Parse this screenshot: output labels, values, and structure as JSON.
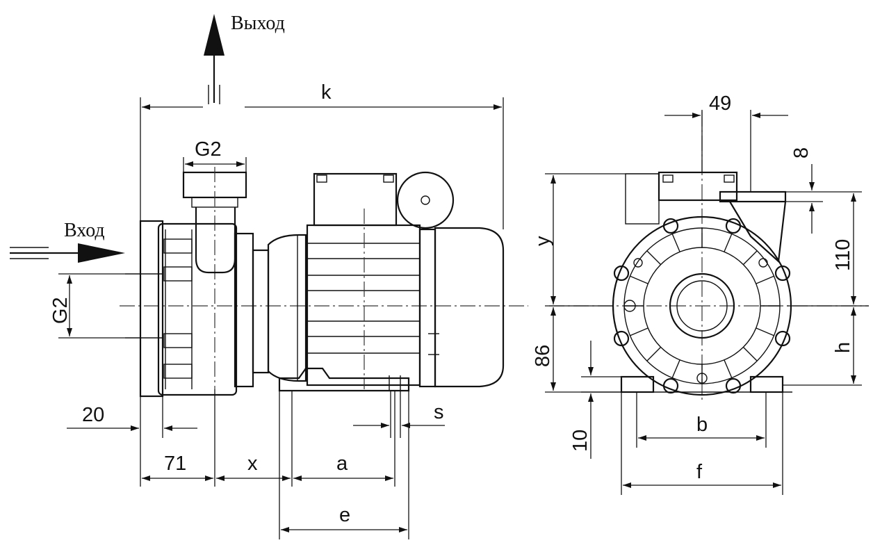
{
  "flow": {
    "outlet": "Выход",
    "inlet": "Вход"
  },
  "side_view": {
    "k": "k",
    "g2_top": "G2",
    "g2_side": "G2",
    "d20": "20",
    "d71": "71",
    "x": "x",
    "a": "a",
    "e": "e",
    "s": "s"
  },
  "front_view": {
    "d49": "49",
    "d8": "8",
    "y": "y",
    "d110": "110",
    "d86": "86",
    "h": "h",
    "d10": "10",
    "b": "b",
    "f": "f"
  }
}
